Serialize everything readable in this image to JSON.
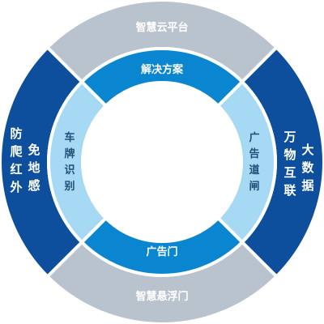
{
  "diagram": {
    "outer_ring": {
      "top": "智慧云平台",
      "bottom": "智慧悬浮门",
      "left_col1": "防爬红外",
      "left_col2": "免地感",
      "right_col1": "大数据",
      "right_col2": "万物互联"
    },
    "inner_ring": {
      "top": "解决方案",
      "bottom": "广告门",
      "left": "车牌识别",
      "right": "广告道闸"
    }
  },
  "colors": {
    "outer_top_bottom": "#b8c3cd",
    "outer_left_right": "#0d4f9c",
    "inner_top_bottom": "#0a86d0",
    "inner_left_right": "#a6d9f3",
    "inner_side_text": "#1f4e79",
    "separator": "#ffffff"
  }
}
